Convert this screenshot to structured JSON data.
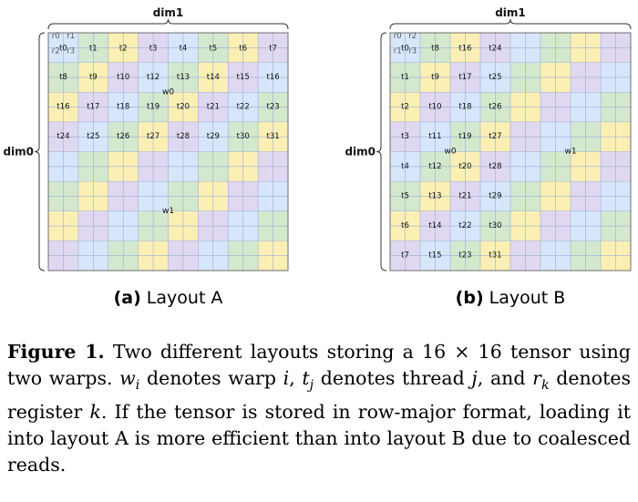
{
  "palette": {
    "blue": "#d7e6fb",
    "green": "#d4e8cd",
    "yellow": "#fcefb4",
    "purple": "#e0d8f0",
    "grid": "#9aaed6",
    "border": "#6f6f6f",
    "text": "#111111"
  },
  "layouts": [
    {
      "id": "a",
      "dim1_label": "dim1",
      "dim0_label": "dim0",
      "register_labels": [
        "r0",
        "r1",
        "r2",
        "r3"
      ],
      "warp_labels": [
        "w0",
        "w1"
      ],
      "thread_rows": [
        [
          "t0",
          "t1",
          "t2",
          "t3",
          "t4",
          "t5",
          "t6",
          "t7"
        ],
        [
          "t8",
          "t9",
          "t10",
          "t12",
          "t13",
          "t14",
          "t15",
          "t16"
        ],
        [
          "t16",
          "t17",
          "t18",
          "t19",
          "t20",
          "t21",
          "t22",
          "t23"
        ],
        [
          "t24",
          "t25",
          "t26",
          "t27",
          "t28",
          "t29",
          "t30",
          "t31"
        ]
      ],
      "sublabel_bold": "(a)",
      "sublabel_text": " Layout A"
    },
    {
      "id": "b",
      "dim1_label": "dim1",
      "dim0_label": "dim0",
      "register_labels": [
        "r0",
        "r2",
        "r1",
        "r3"
      ],
      "warp_labels": [
        "w0",
        "w1"
      ],
      "thread_cols": [
        [
          "t0",
          "t1",
          "t2",
          "t3",
          "t4",
          "t5",
          "t6",
          "t7"
        ],
        [
          "t8",
          "t9",
          "t10",
          "t11",
          "t12",
          "t13",
          "t14",
          "t15"
        ],
        [
          "t16",
          "t17",
          "t18",
          "t19",
          "t20",
          "t21",
          "t22",
          "t23"
        ],
        [
          "t24",
          "t25",
          "t26",
          "t27",
          "t28",
          "t29",
          "t30",
          "t31"
        ]
      ],
      "sublabel_bold": "(b)",
      "sublabel_text": " Layout B"
    }
  ],
  "caption": {
    "label": "Figure 1.",
    "p1": " Two different layouts storing a 16 × 16 tensor using two warps. ",
    "w": "w",
    "wi": "i",
    "p2": " denotes warp ",
    "p3": "i",
    "p4": ", ",
    "t": "t",
    "tj": "j",
    "p5": " denotes thread ",
    "p6": "j",
    "p7": ", and ",
    "r": "r",
    "rk": "k",
    "p8": " denotes register ",
    "p9": "k",
    "p10": ". If the tensor is stored in row-major format, loading it into layout A is more efficient than into layout B due to coalesced reads."
  }
}
